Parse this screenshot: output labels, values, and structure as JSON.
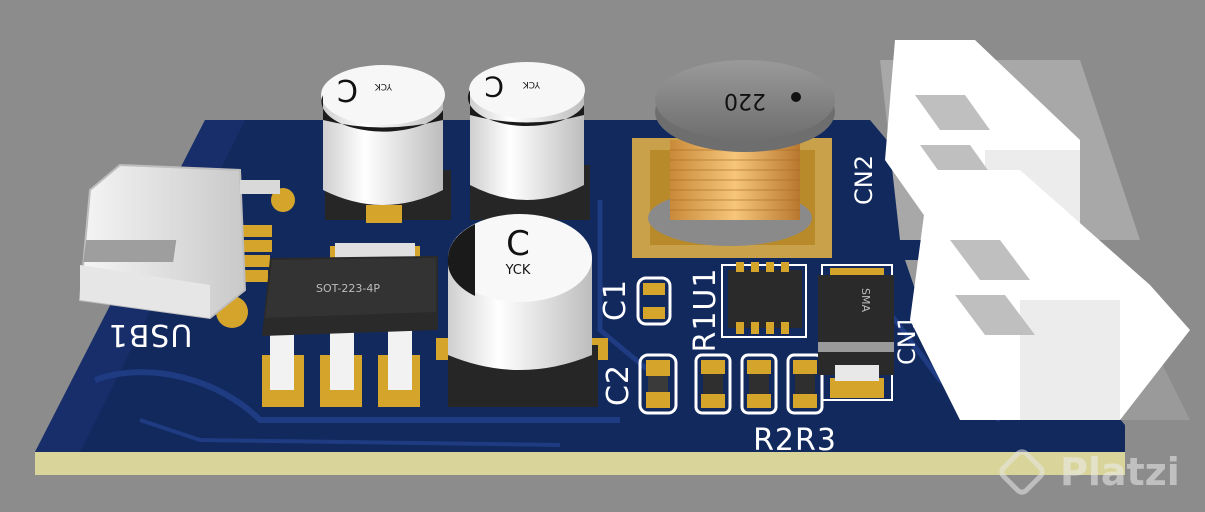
{
  "colors": {
    "background": "#8c8c8c",
    "board": "#12295e",
    "board_edge": "#1c2f70",
    "substrate": "#d8d49a",
    "copper": "#b88a2a",
    "silkscreen": "#ffffff",
    "ic_body": "#262626",
    "cap_body": "#f2f2f2"
  },
  "components": {
    "usb": {
      "designator": "USB1"
    },
    "regulator": {
      "package": "SOT-223-4P"
    },
    "cap_top_left": {
      "marking": "C",
      "maker": "YCK"
    },
    "cap_top_mid": {
      "marking": "C",
      "maker": "YCK"
    },
    "cap_bottom": {
      "marking": "C",
      "maker": "YCK"
    },
    "inductor": {
      "value": "220"
    },
    "diode": {
      "package": "SMA"
    },
    "ic": {
      "designator": "U1"
    }
  },
  "silkscreen": {
    "c1": "C1",
    "c2": "C2",
    "r1u1": "R1U1",
    "r2r3": "R2R3",
    "cn1": "CN1",
    "cn2": "CN2",
    "usb1": "USB1"
  },
  "watermark": {
    "text": "Platzi",
    "icon": "platzi-logo-icon"
  }
}
